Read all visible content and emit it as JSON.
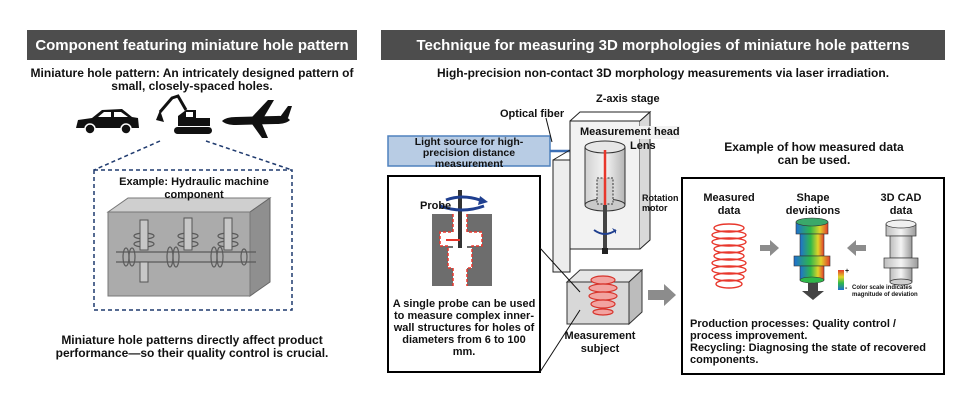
{
  "left": {
    "header": "Component featuring miniature hole pattern",
    "intro": "Miniature hole pattern: An intricately designed pattern of small, closely-spaced holes.",
    "example_label": "Example: Hydraulic machine component",
    "footer": "Miniature hole patterns directly affect product performance—so their quality control is crucial.",
    "icons": [
      "car-icon",
      "excavator-icon",
      "airplane-icon"
    ]
  },
  "right": {
    "header": "Technique for measuring 3D morphologies of miniature hole patterns",
    "intro": "High-precision non-contact 3D morphology measurements via laser irradiation.",
    "labels": {
      "z_axis_stage": "Z-axis stage",
      "optical_fiber": "Optical fiber",
      "measurement_head": "Measurement head",
      "lens": "Lens",
      "light_source": "Light source for high-precision distance measurement",
      "rotation_motor": "Rotation motor",
      "probe": "Probe",
      "probe_note": "A single probe can be used to measure complex inner-wall structures for holes of diameters from 6 to 100 mm.",
      "measurement_subject": "Measurement subject",
      "usage_title": "Example of how measured data can be used.",
      "measured_data": "Measured data",
      "shape_deviations": "Shape deviations",
      "cad_data": "3D CAD data",
      "color_scale_note": "Color scale indicates magnitude of deviation",
      "plus_sign": "+",
      "minus_sign": "-",
      "production": "Production processes: Quality control / process improvement.",
      "recycling": "Recycling: Diagnosing the state of recovered components."
    }
  },
  "colors": {
    "header_bg": "#4d4d4d",
    "light_source_bg": "#b8cce4",
    "light_source_border": "#4f81bd",
    "laser": "#e8372c",
    "rotation_arrow": "#1f3f8f",
    "arrow_gray": "#8c8c8c"
  }
}
